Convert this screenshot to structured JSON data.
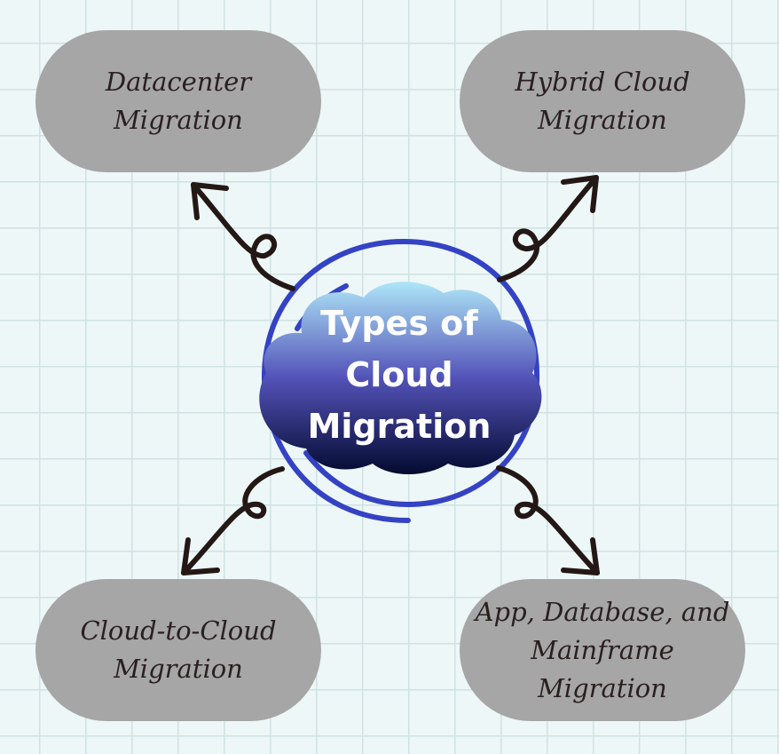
{
  "center": {
    "title_lines": [
      "Types of",
      "Cloud",
      "Migration"
    ]
  },
  "nodes": [
    {
      "lines": [
        "Datacenter",
        "Migration"
      ]
    },
    {
      "lines": [
        "Hybrid Cloud",
        "Migration"
      ]
    },
    {
      "lines": [
        "Cloud-to-Cloud",
        "Migration"
      ]
    },
    {
      "lines": [
        "App, Database, and",
        "Mainframe",
        "Migration"
      ]
    }
  ],
  "colors": {
    "pill": "#a6a6a6",
    "ring": "#3442c4",
    "arrow": "#231815"
  }
}
